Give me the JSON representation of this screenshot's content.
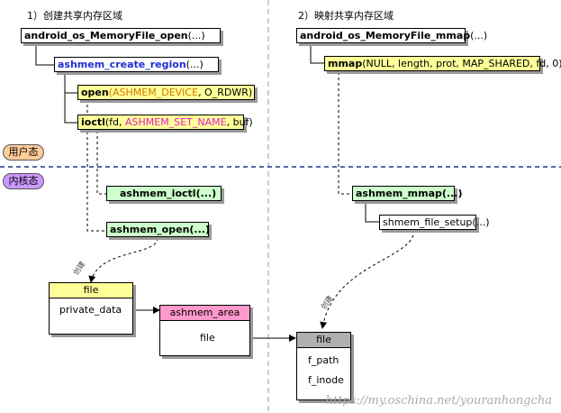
{
  "headings": {
    "left": "1）创建共享内存区域",
    "right": "2）映射共享内存区域"
  },
  "zones": {
    "user": "用户态",
    "kernel": "内核态"
  },
  "calls": {
    "memoryfile_open": {
      "name": "android_os_MemoryFile_open",
      "args": "(...)"
    },
    "create_region": {
      "name": "ashmem_create_region",
      "args": "(...)"
    },
    "open": {
      "name": "open",
      "lp": "(",
      "a1": "ASHMEM_DEVICE",
      "rest": ", O_RDWR)"
    },
    "ioctl": {
      "name": "ioctl",
      "lp": "(fd, ",
      "a1": "ASHMEM_SET_NAME",
      "rest": ", buf)"
    },
    "ashmem_ioctl": "ashmem_ioctl(...)",
    "ashmem_open": "ashmem_open(...)",
    "memoryfile_mmap": {
      "name": "android_os_MemoryFile_mmap",
      "args": "(...)"
    },
    "mmap": {
      "name": "mmap",
      "args": "(NULL, length, prot, MAP_SHARED, fd, 0)"
    },
    "ashmem_mmap": "ashmem_mmap(...)",
    "shmem_file_setup": "shmem_file_setup(...)"
  },
  "structs": {
    "file_left": {
      "title": "file",
      "field": "private_data"
    },
    "ashmem_area": {
      "title": "ashmem_area",
      "field": "file"
    },
    "file_right": {
      "title": "file",
      "fields": [
        "f_path",
        "f_inode"
      ]
    }
  },
  "edge_labels": {
    "create_left": "创建",
    "create_right": "创建"
  },
  "watermark": "https://my.oschina.net/youranhongcha",
  "colors": {
    "yellow": "#ffff99",
    "green": "#ccffcc",
    "pink": "#ff99cc",
    "gray": "#b0b0b0",
    "user_pill": "#ffcc99",
    "kernel_pill": "#cc99ff",
    "divider": "#1f2f8f"
  }
}
